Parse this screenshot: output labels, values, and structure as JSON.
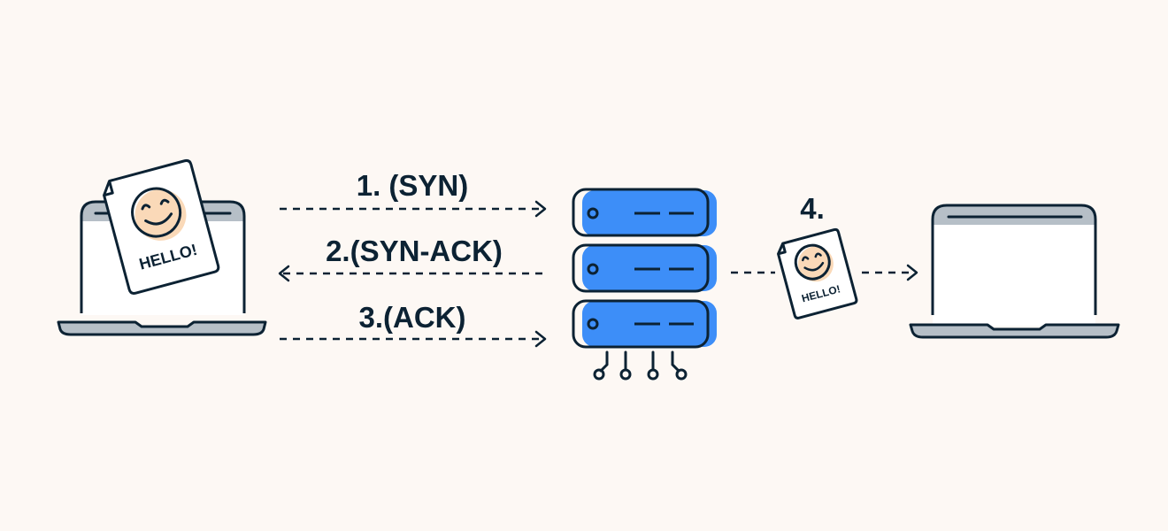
{
  "diagram": {
    "title": "TCP three-way handshake",
    "steps": [
      {
        "label": "1. (SYN)",
        "direction": "client-to-server"
      },
      {
        "label": "2.(SYN-ACK)",
        "direction": "server-to-client"
      },
      {
        "label": "3.(ACK)",
        "direction": "client-to-server"
      },
      {
        "label": "4.",
        "direction": "server-to-destination"
      }
    ],
    "document_text": "HELLO!",
    "nodes": [
      {
        "name": "client-laptop"
      },
      {
        "name": "server"
      },
      {
        "name": "destination-laptop"
      }
    ],
    "colors": {
      "background": "#fdf8f4",
      "outline": "#0c2233",
      "server_blue": "#3d8ef8",
      "laptop_gray": "#b6bfc7",
      "face_peach": "#fad9b8"
    }
  }
}
